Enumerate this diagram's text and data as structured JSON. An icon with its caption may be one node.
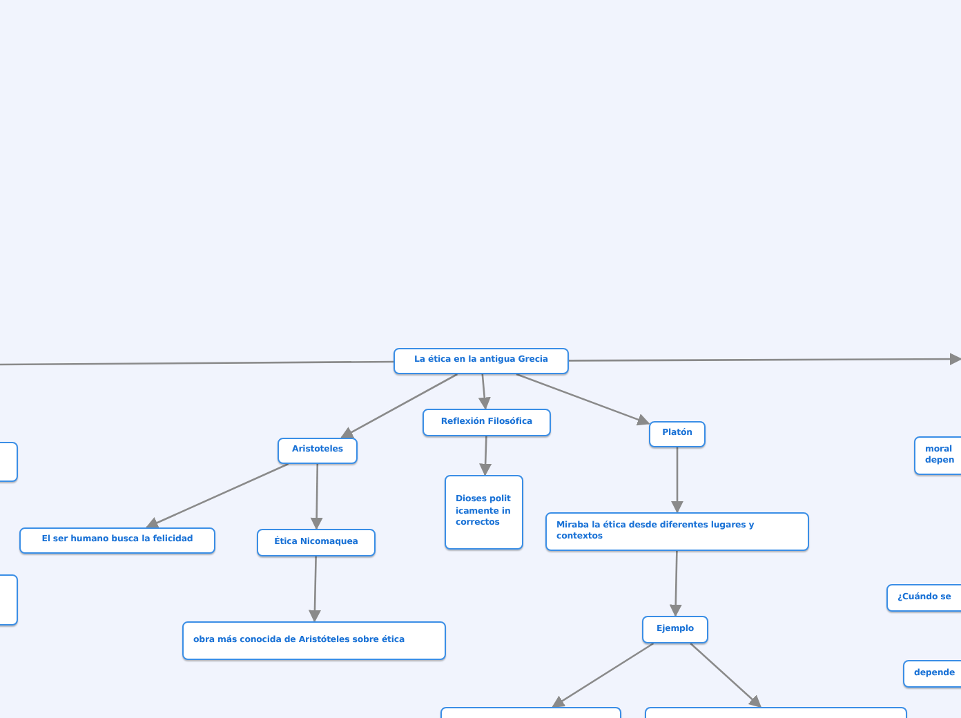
{
  "diagram": {
    "nodes": [
      {
        "text": [
          "La ética en la antigua Grecia"
        ]
      },
      {
        "text": [
          "Aristoteles"
        ]
      },
      {
        "text": [
          "Reflexión Filosófica"
        ]
      },
      {
        "text": [
          "Platón"
        ]
      },
      {
        "text": [
          "Dioses politicamente incorrectos"
        ]
      },
      {
        "text": [
          "El ser humano busca la felicidad"
        ]
      },
      {
        "text": [
          "Ética Nicomaquea"
        ]
      },
      {
        "text": [
          "obra más conocida de Aristóteles sobre ética"
        ]
      },
      {
        "text": [
          "Miraba la ética desde diferentes lugares y contextos"
        ]
      },
      {
        "text": [
          "Ejemplo"
        ]
      },
      {
        "text": [],
        "shape": "box"
      },
      {
        "text": [],
        "shape": "box"
      },
      {
        "text": [],
        "shape": "box"
      },
      {
        "text": [],
        "shape": "box"
      },
      {
        "text": [
          "moral depen"
        ]
      },
      {
        "text": [
          "¿Cuándo se"
        ]
      },
      {
        "text": [
          "depende"
        ]
      }
    ],
    "edges": [
      {
        "from": 0,
        "to": null,
        "arrow": "none"
      },
      {
        "from": 0,
        "to": null,
        "arrow": "to"
      },
      {
        "from": 0,
        "to": 1,
        "arrow": "to"
      },
      {
        "from": 0,
        "to": 2,
        "arrow": "to"
      },
      {
        "from": 0,
        "to": 3,
        "arrow": "to"
      },
      {
        "from": 1,
        "to": 5,
        "arrow": "to"
      },
      {
        "from": 1,
        "to": 6,
        "arrow": "to"
      },
      {
        "from": 2,
        "to": 4,
        "arrow": "to"
      },
      {
        "from": 6,
        "to": 7,
        "arrow": "to"
      },
      {
        "from": 3,
        "to": 8,
        "arrow": "to"
      },
      {
        "from": 8,
        "to": 9,
        "arrow": "to"
      },
      {
        "from": 9,
        "to": 10,
        "arrow": "to"
      },
      {
        "from": 9,
        "to": 11,
        "arrow": "to"
      }
    ]
  }
}
